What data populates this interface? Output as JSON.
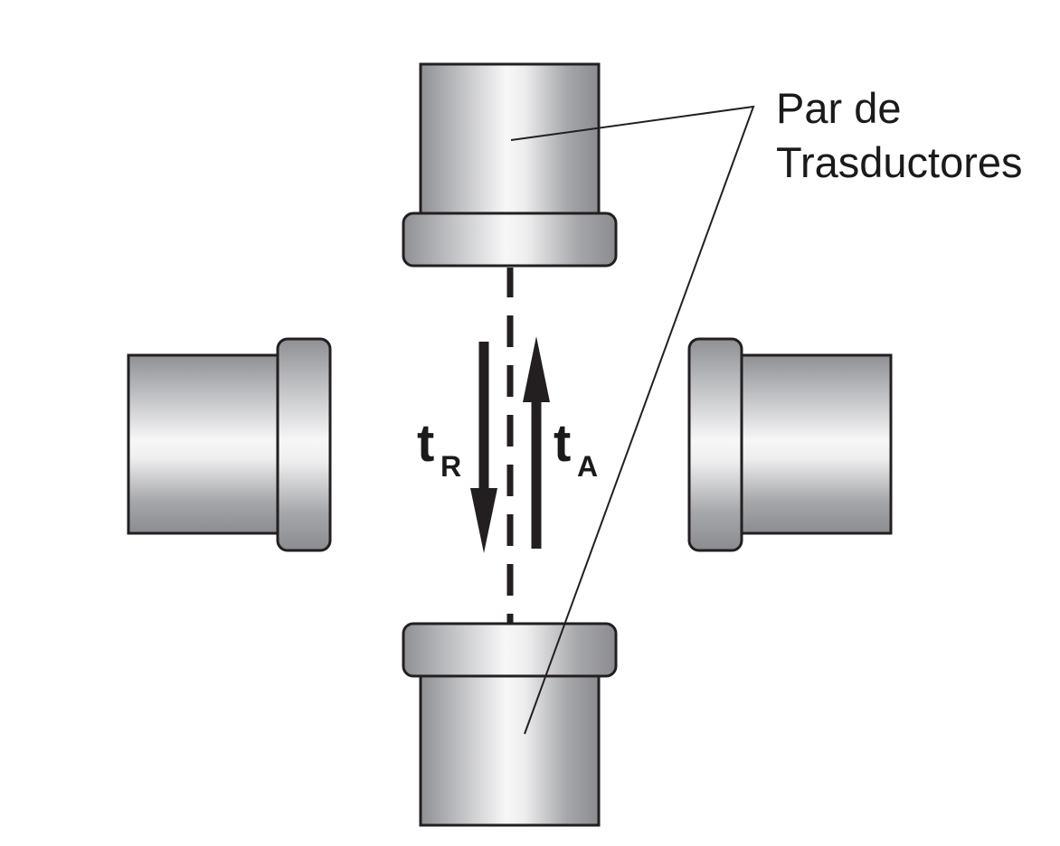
{
  "callout": {
    "line1": "Par de",
    "line2": "Trasductores"
  },
  "signals": {
    "down": {
      "symbol": "t",
      "subscript": "R"
    },
    "up": {
      "symbol": "t",
      "subscript": "A"
    }
  },
  "colors": {
    "outline": "#231f20",
    "metal_dark": "#8c8d91",
    "metal_light": "#f6f6f7"
  }
}
